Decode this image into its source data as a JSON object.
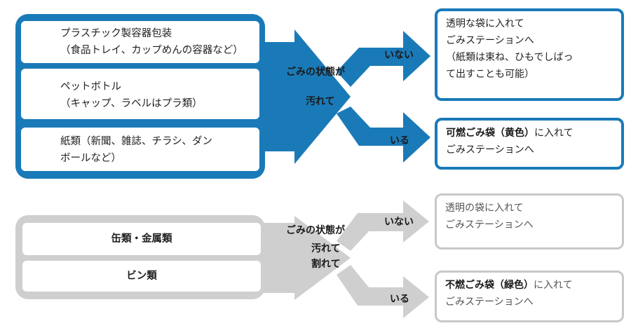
{
  "blue_group": {
    "items": [
      {
        "line1": "プラスチック製容器包装",
        "line2": "（食品トレイ、カップめんの容器など）"
      },
      {
        "line1": "ペットボトル",
        "line2": "（キャップ、ラベルはプラ類）"
      },
      {
        "line1": "紙類（新聞、雑誌、チラシ、ダン",
        "line2": "ボールなど）"
      }
    ],
    "condition_line1": "ごみの状態が",
    "condition_line2": "汚れて",
    "branch_no": "いない",
    "branch_yes": "いる",
    "result_no": {
      "line1": "透明な袋に入れて",
      "line2": "ごみステーションへ",
      "line3": "（紙類は束ね、ひもでしばっ",
      "line4": "て出すことも可能）"
    },
    "result_yes": {
      "strong": "可燃ごみ袋（黄色）",
      "rest": "に入れて",
      "line2": "ごみステーションへ"
    },
    "color": "#1a7ab8"
  },
  "gray_group": {
    "items": [
      {
        "label": "缶類・金属類"
      },
      {
        "label": "ビン類"
      }
    ],
    "condition_line1": "ごみの状態が",
    "condition_line2": "汚れて",
    "condition_line3": "割れて",
    "branch_no": "いない",
    "branch_yes": "いる",
    "result_no": {
      "line1": "透明の袋に入れて",
      "line2": "ごみステーションへ"
    },
    "result_yes": {
      "strong": "不燃ごみ袋（緑色）",
      "rest": "に入れて",
      "line2": "ごみステーションへ"
    },
    "color": "#cfcfcf"
  }
}
